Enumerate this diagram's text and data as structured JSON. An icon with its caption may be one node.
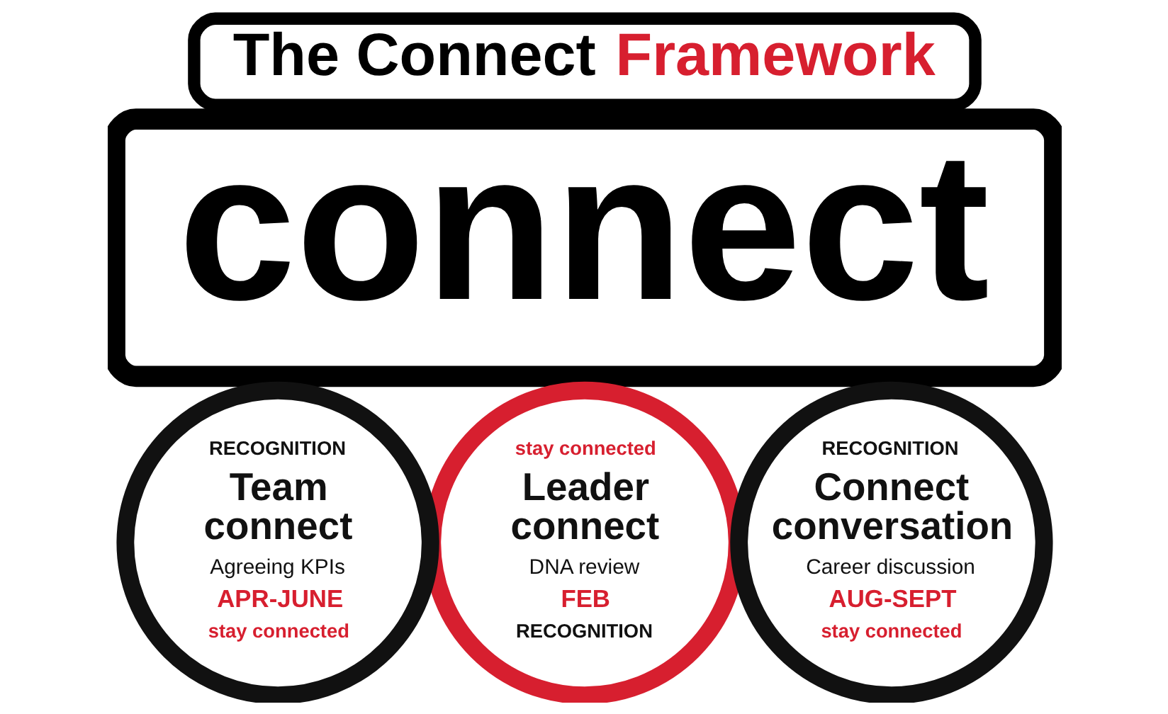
{
  "diagram": {
    "nodes": [
      {
        "text": [
          "The Connect Framework"
        ]
      },
      {
        "text": [
          "connect"
        ]
      },
      {
        "text": [
          "RECOGNITION",
          "Team connect",
          "Agreeing KPIs",
          "APR-JUNE",
          "stay connected"
        ]
      },
      {
        "text": [
          "stay connected",
          "Leader connect",
          "DNA review",
          "FEB",
          "RECOGNITION"
        ]
      },
      {
        "text": [
          "RECOGNITION",
          "Connect conversation",
          "Career discussion",
          "AUG-SEPT",
          "stay connected"
        ]
      }
    ],
    "edges": []
  }
}
